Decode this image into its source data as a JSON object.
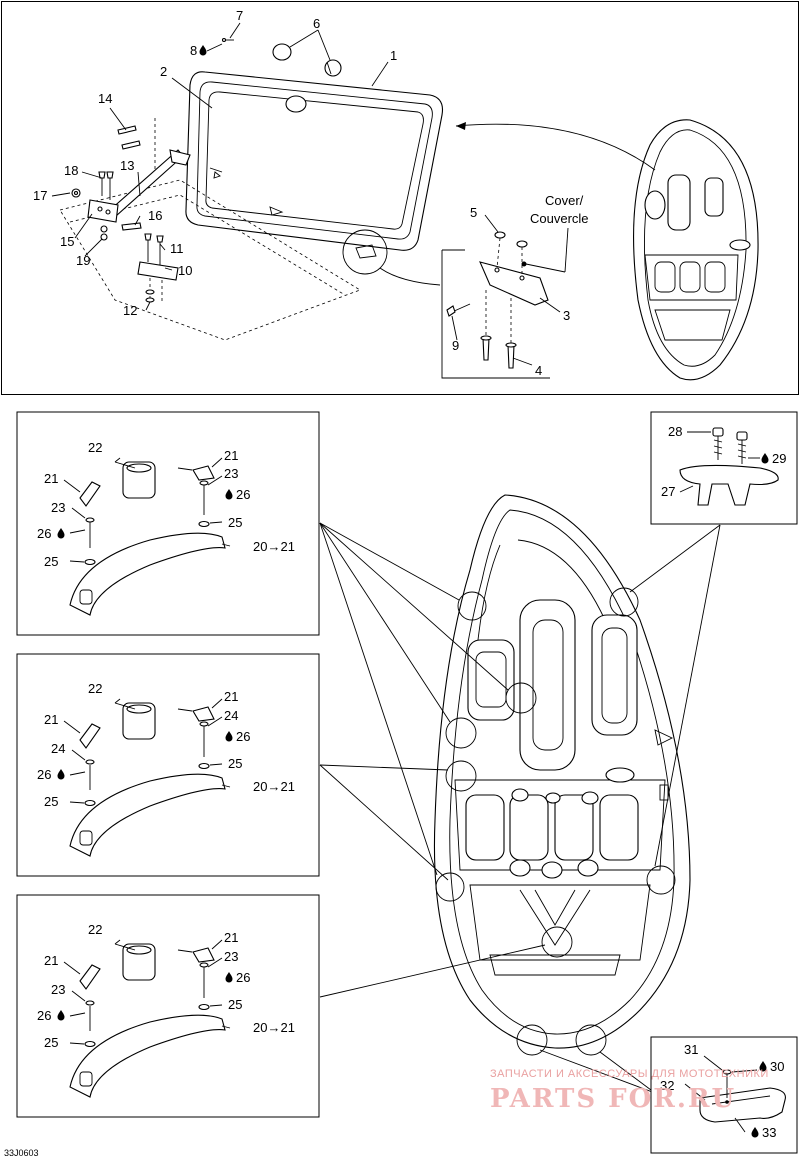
{
  "diagram_code": "33J0603",
  "cover_label_line1": "Cover/",
  "cover_label_line2": "Couvercle",
  "watermark": {
    "line1": "ЗАПЧАСТИ И АКСЕССУАРЫ ДЛЯ МОТОТЕХНИКИ",
    "line2": "PARTS FOR.RU"
  },
  "top_callouts": {
    "c1": "1",
    "c2": "2",
    "c3": "3",
    "c4": "4",
    "c5": "5",
    "c6": "6",
    "c7": "7",
    "c8": "8",
    "c9": "9",
    "c10": "10",
    "c11": "11",
    "c12": "12",
    "c13": "13",
    "c14": "14",
    "c15": "15",
    "c16": "16",
    "c17": "17",
    "c18": "18",
    "c19": "19"
  },
  "panel_a": {
    "c22": "22",
    "c21a": "21",
    "c21b": "21",
    "c23a": "23",
    "c23b": "23",
    "c26a": "26",
    "c26b": "26",
    "c25a": "25",
    "c25b": "25",
    "c20": "20→21"
  },
  "panel_b": {
    "c22": "22",
    "c21a": "21",
    "c21b": "21",
    "c24a": "24",
    "c24b": "24",
    "c26a": "26",
    "c26b": "26",
    "c25a": "25",
    "c25b": "25",
    "c20": "20→21"
  },
  "panel_c": {
    "c22": "22",
    "c21a": "21",
    "c21b": "21",
    "c23a": "23",
    "c23b": "23",
    "c26a": "26",
    "c26b": "26",
    "c25a": "25",
    "c25b": "25",
    "c20": "20→21"
  },
  "panel_cleat": {
    "c27": "27",
    "c28": "28",
    "c29": "29"
  },
  "panel_stern": {
    "c30": "30",
    "c31": "31",
    "c32": "32",
    "c33": "33"
  }
}
